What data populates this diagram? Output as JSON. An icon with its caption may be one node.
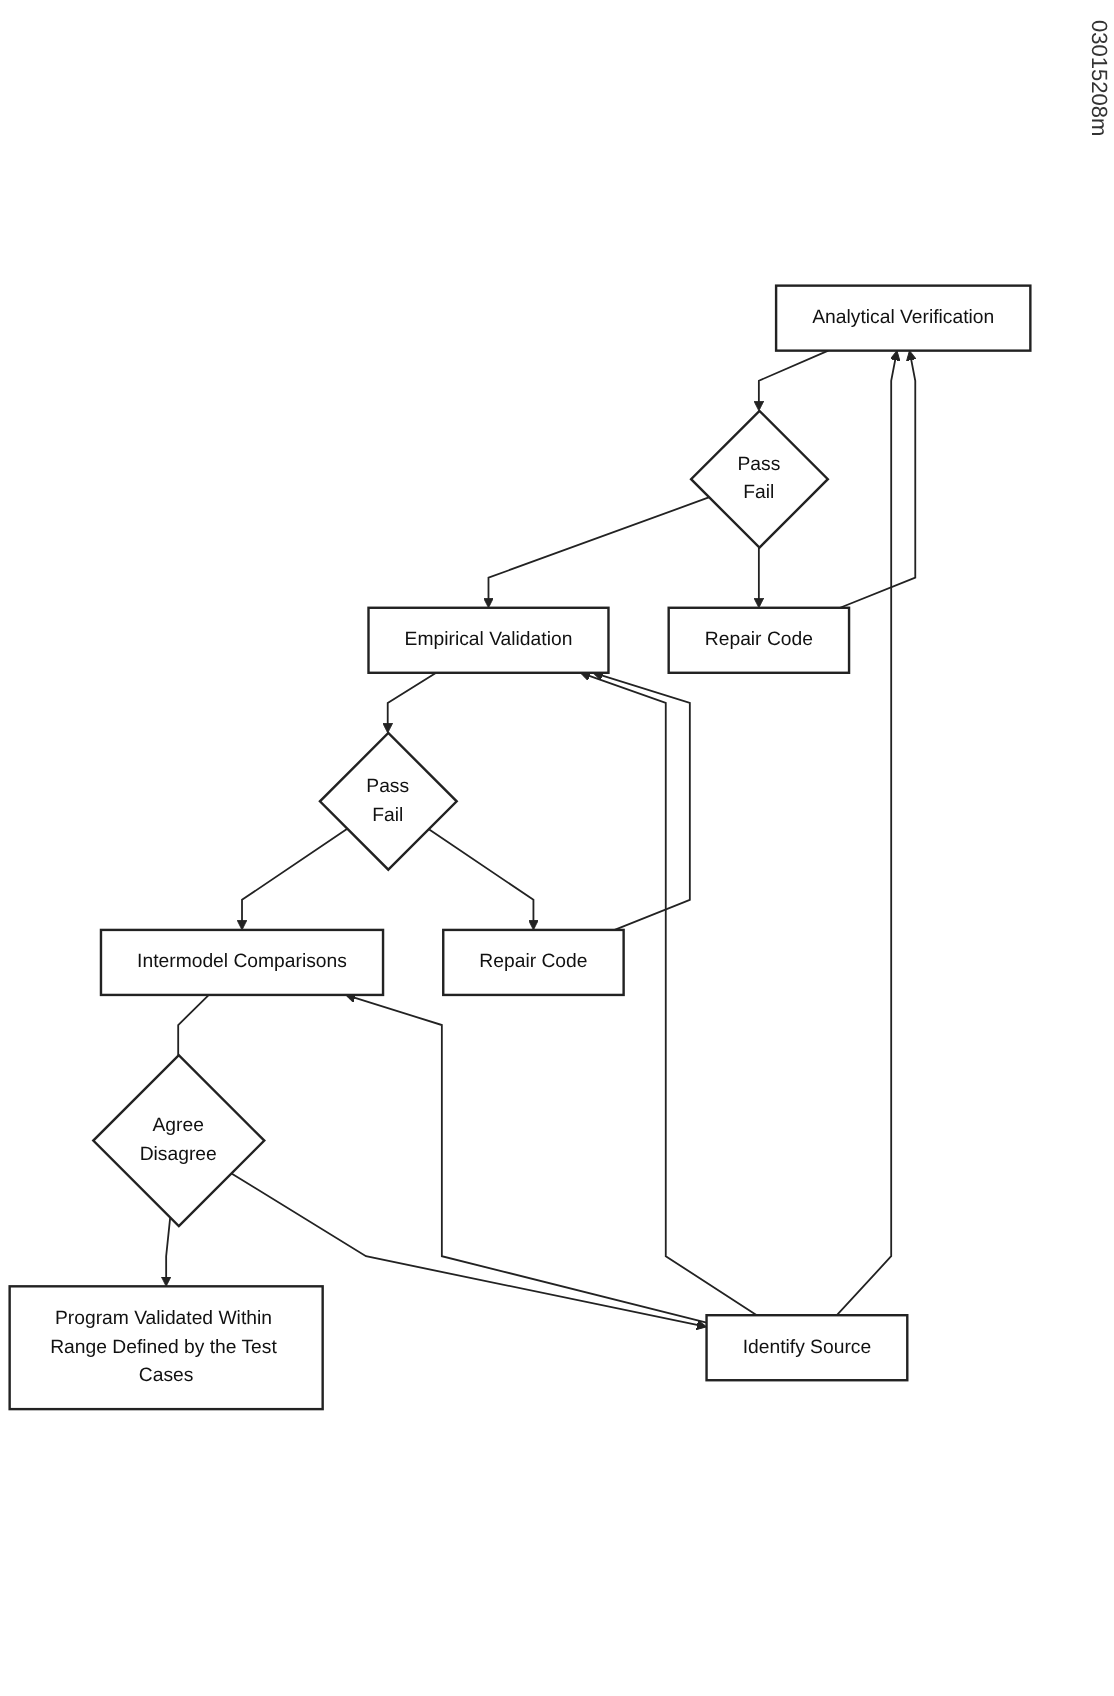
{
  "diagram": {
    "nodes": [
      {
        "text": [
          "Analytical Verification"
        ]
      },
      {
        "text": [
          "Pass",
          "Fail"
        ]
      },
      {
        "text": [
          "Repair Code"
        ]
      },
      {
        "text": [
          "Empirical Validation"
        ]
      },
      {
        "text": [
          "Pass",
          "Fail"
        ]
      },
      {
        "text": [
          "Repair Code"
        ]
      },
      {
        "text": [
          "Intermodel Comparisons"
        ]
      },
      {
        "text": [
          "Agree",
          "Disagree"
        ]
      },
      {
        "text": [
          "Identify Source"
        ]
      },
      {
        "text": [
          "Program Validated Within Range Defined by the Test Cases"
        ]
      }
    ],
    "edges": [
      {
        "from": 0,
        "to": 1,
        "arrow": "to"
      },
      {
        "from": 1,
        "to": 3,
        "arrow": "to"
      },
      {
        "from": 1,
        "to": 2,
        "arrow": "to"
      },
      {
        "from": 2,
        "to": 0,
        "arrow": "to"
      },
      {
        "from": 3,
        "to": 4,
        "arrow": "to"
      },
      {
        "from": 4,
        "to": 6,
        "arrow": "to"
      },
      {
        "from": 4,
        "to": 5,
        "arrow": "to"
      },
      {
        "from": 5,
        "to": 3,
        "arrow": "to"
      },
      {
        "from": 6,
        "to": 7,
        "arrow": "none"
      },
      {
        "from": 7,
        "to": 9,
        "arrow": "to"
      },
      {
        "from": 7,
        "to": 8,
        "arrow": "to"
      },
      {
        "from": 8,
        "to": 6,
        "arrow": "to"
      },
      {
        "from": 8,
        "to": 0,
        "arrow": "to"
      },
      {
        "from": 8,
        "to": 3,
        "arrow": "to"
      }
    ],
    "labels": [
      "03015208m"
    ]
  }
}
